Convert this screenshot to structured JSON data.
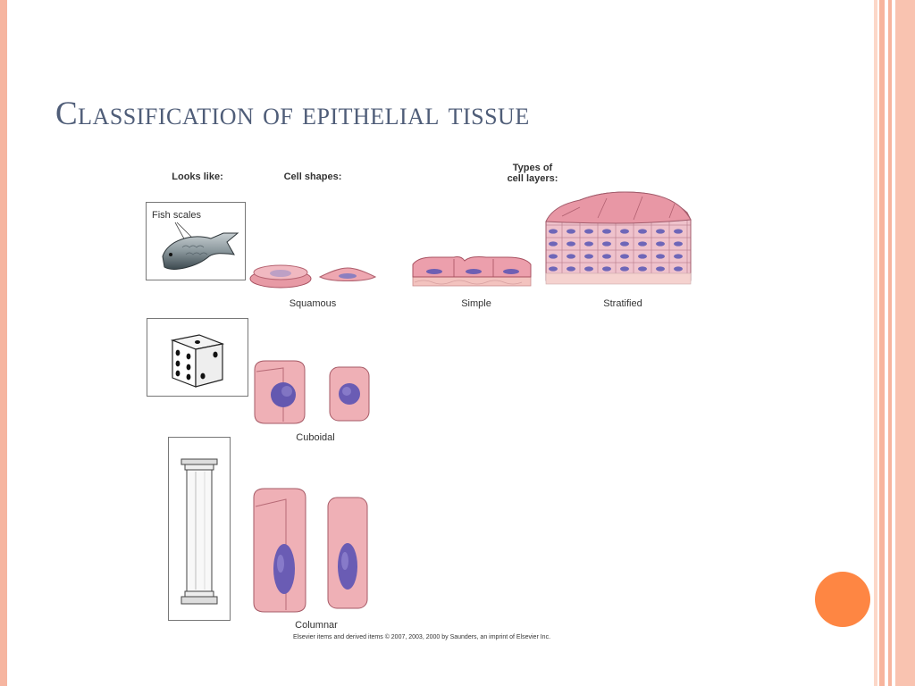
{
  "slide": {
    "title": "Classification of epithelial tissue",
    "accent_color": "#fe8643",
    "title_color": "#4f5d78"
  },
  "figure": {
    "headers": {
      "looks_like": "Looks like:",
      "cell_shapes": "Cell shapes:",
      "types_line1": "Types of",
      "types_line2": "cell layers:"
    },
    "analogies": {
      "fish_label": "Fish scales",
      "items": [
        "fish-icon",
        "dice-icon",
        "column-icon"
      ]
    },
    "cell_shapes": [
      "Squamous",
      "Cuboidal",
      "Columnar"
    ],
    "cell_layers": [
      "Simple",
      "Stratified"
    ],
    "credit": "Elsevier items and derived items © 2007, 2003, 2000 by Saunders, an imprint of Elsevier Inc."
  }
}
